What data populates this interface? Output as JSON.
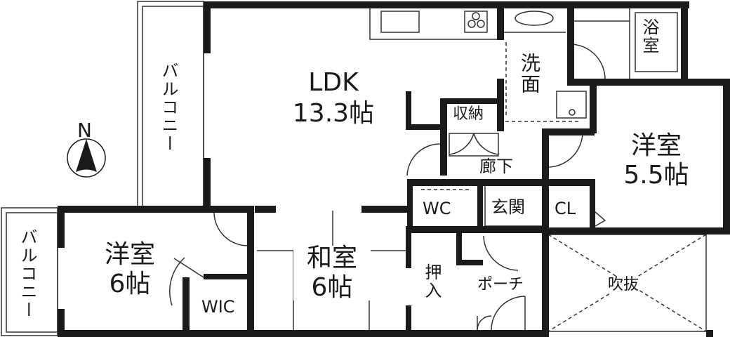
{
  "compass": {
    "label": "N",
    "icon": "north-arrow-icon"
  },
  "rooms": {
    "ldk": {
      "name": "LDK",
      "size": "13.3帖"
    },
    "western_room_east": {
      "name": "洋室",
      "size": "5.5帖"
    },
    "western_room_west": {
      "name": "洋室",
      "size": "6帖"
    },
    "japanese_room": {
      "name": "和室",
      "size": "6帖"
    },
    "bathroom": {
      "name": "浴室"
    },
    "washroom": {
      "name": "洗面"
    },
    "storage": {
      "name": "収納"
    },
    "hallway": {
      "name": "廊下"
    },
    "entrance": {
      "name": "玄関"
    },
    "toilet": {
      "name": "WC"
    },
    "closet": {
      "name": "CL"
    },
    "walk_in_closet": {
      "name": "WIC"
    },
    "oshiire": {
      "name": "押入"
    },
    "porch": {
      "name": "ポーチ"
    },
    "void": {
      "name": "吹抜"
    },
    "balcony_north": {
      "name": "バルコニー"
    },
    "balcony_west": {
      "name": "バルコニー"
    }
  },
  "colors": {
    "wall": "#1a1a1a",
    "background": "#ffffff",
    "line": "#333333"
  }
}
